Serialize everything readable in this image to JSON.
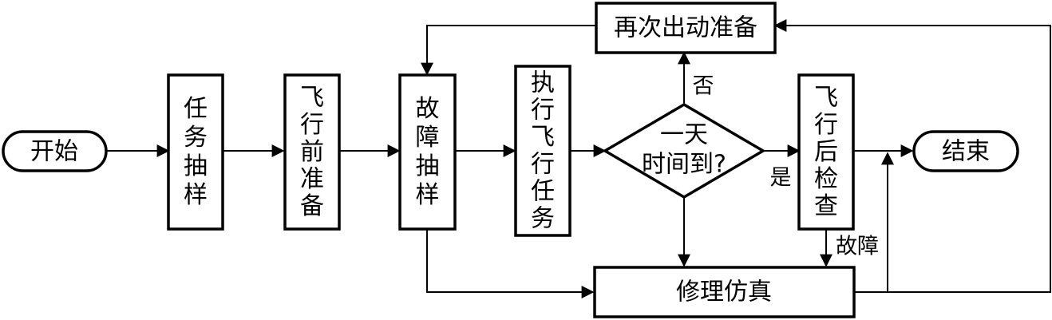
{
  "nodes": {
    "start": "开始",
    "task_sampling": "任务抽样",
    "preflight_prep": "飞行前准备",
    "fault_sampling": "故障抽样",
    "execute_flight": "执行飞行任务",
    "decision_line1": "一天",
    "decision_line2": "时间到?",
    "postflight_check": "飞行后检查",
    "end": "结束",
    "resortie_prep": "再次出动准备",
    "repair_sim": "修理仿真"
  },
  "edge_labels": {
    "no": "否",
    "yes": "是",
    "fault": "故障"
  }
}
